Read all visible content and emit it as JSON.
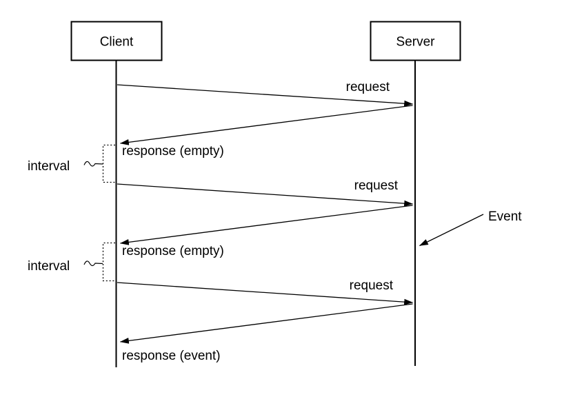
{
  "diagram": {
    "actors": [
      {
        "label": "Client"
      },
      {
        "label": "Server"
      }
    ],
    "messages": [
      {
        "label": "request",
        "from": "Client",
        "to": "Server"
      },
      {
        "label": "response (empty)",
        "from": "Server",
        "to": "Client"
      },
      {
        "label": "request",
        "from": "Client",
        "to": "Server"
      },
      {
        "label": "response (empty)",
        "from": "Server",
        "to": "Client"
      },
      {
        "label": "request",
        "from": "Client",
        "to": "Server"
      },
      {
        "label": "response (event)",
        "from": "Server",
        "to": "Client"
      }
    ],
    "interval_annotations": [
      {
        "label": "interval"
      },
      {
        "label": "interval"
      }
    ],
    "event_annotation": {
      "label": "Event"
    },
    "colors": {
      "line": "#000000",
      "background": "#ffffff"
    }
  }
}
